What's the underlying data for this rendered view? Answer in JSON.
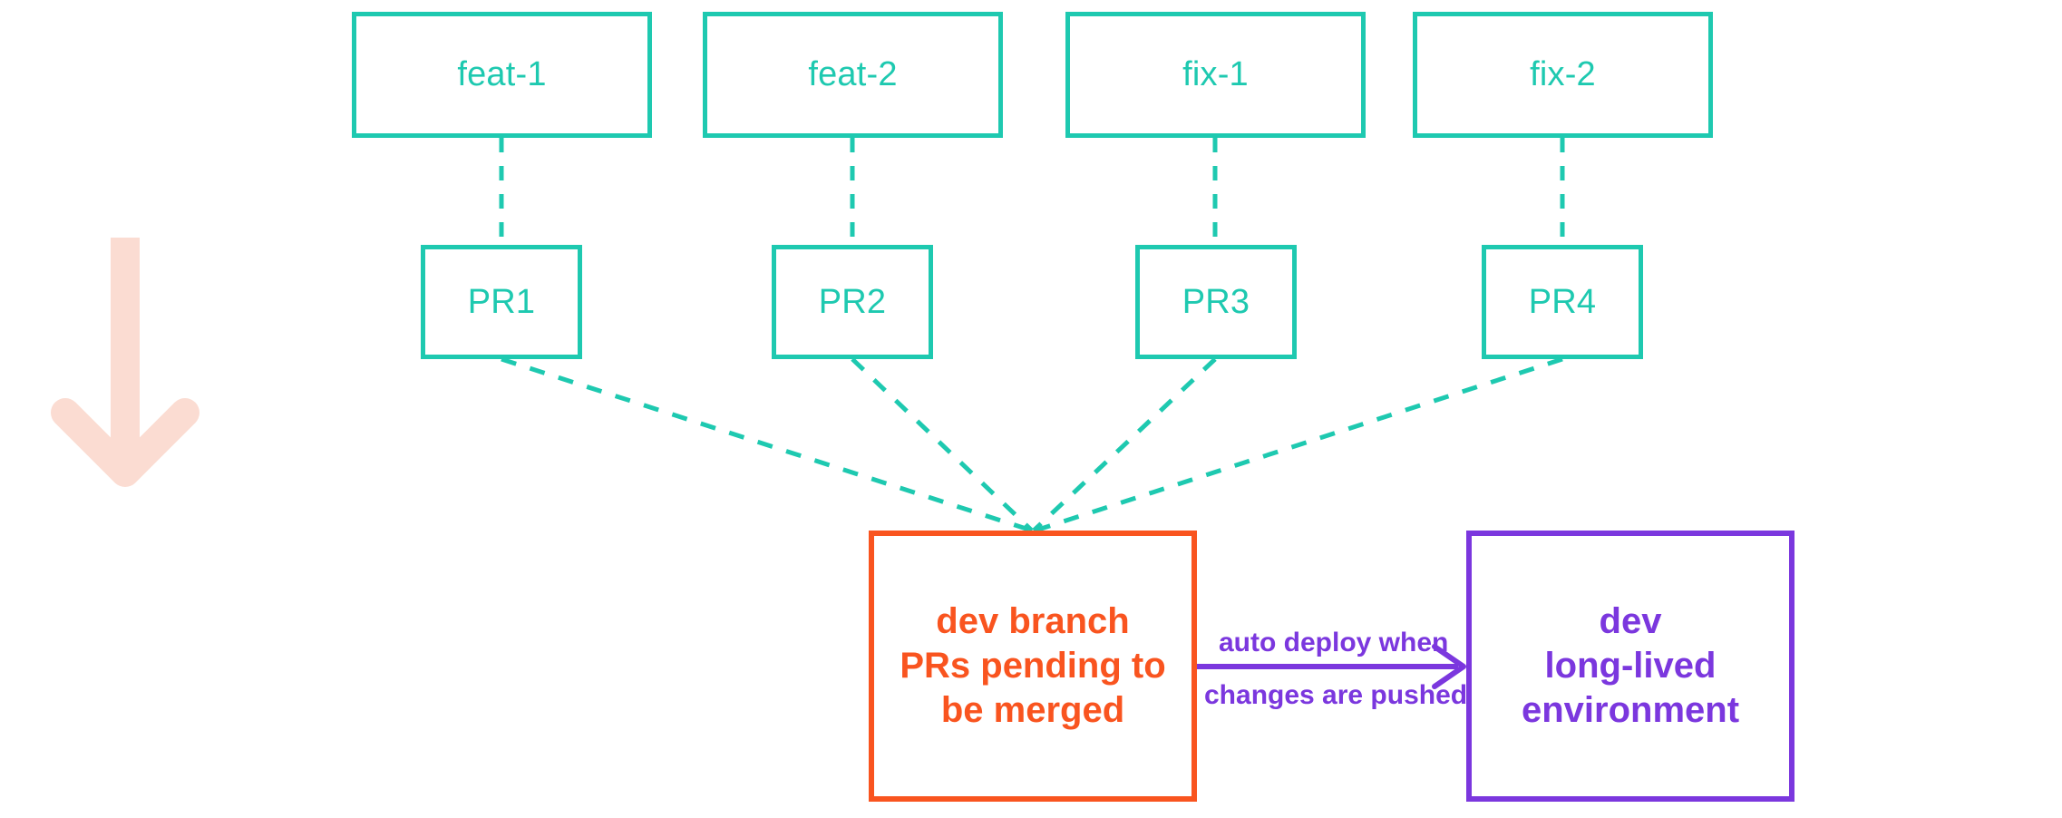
{
  "diagram": {
    "title": "dev branch PR flow",
    "colors": {
      "teal": "#1ec9b0",
      "orange": "#f9541f",
      "purple": "#7b37de",
      "pink": "#fbdcd2",
      "background": "#ffffff"
    },
    "branches": [
      {
        "id": "feat-1",
        "label": "feat-1"
      },
      {
        "id": "feat-2",
        "label": "feat-2"
      },
      {
        "id": "fix-1",
        "label": "fix-1"
      },
      {
        "id": "fix-2",
        "label": "fix-2"
      }
    ],
    "pull_requests": [
      {
        "id": "PR1",
        "label": "PR1"
      },
      {
        "id": "PR2",
        "label": "PR2"
      },
      {
        "id": "PR3",
        "label": "PR3"
      },
      {
        "id": "PR4",
        "label": "PR4"
      }
    ],
    "dev_branch": {
      "title_bold": "dev",
      "title_rest": " branch",
      "line2": "PRs pending to",
      "line3": "be merged"
    },
    "dev_environment": {
      "line1": "dev",
      "line2": "long-lived",
      "line3": "environment"
    },
    "deploy_edge": {
      "label_top": "auto deploy when",
      "label_bottom": "changes are pushed"
    },
    "flow_arrow": {
      "icon": "down-arrow-icon",
      "direction": "down"
    }
  }
}
